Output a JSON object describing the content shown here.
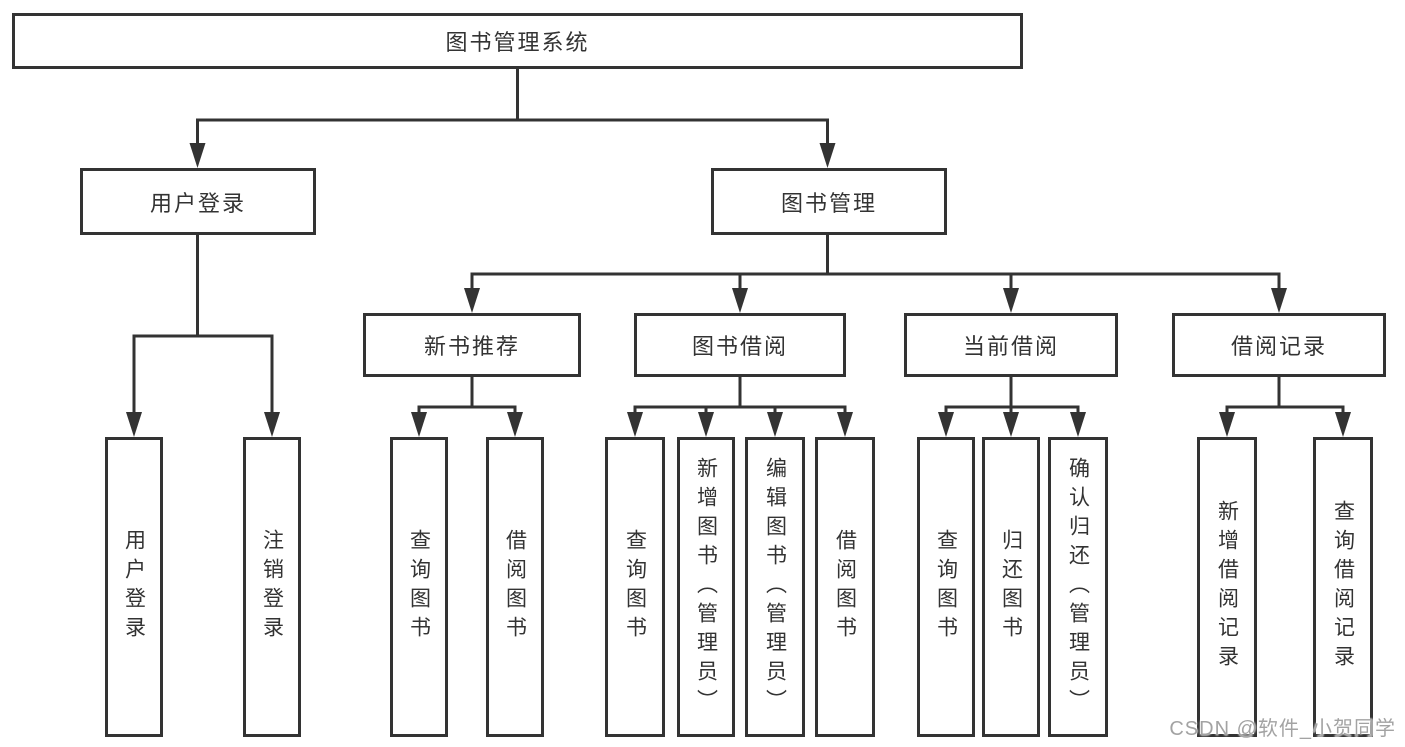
{
  "diagram": {
    "title": "图书管理系统",
    "root": {
      "label": "图书管理系统"
    },
    "branches": [
      {
        "label": "用户登录",
        "children": [
          {
            "label": "用户登录"
          },
          {
            "label": "注销登录"
          }
        ]
      },
      {
        "label": "图书管理",
        "children": [
          {
            "label": "新书推荐",
            "children": [
              {
                "label": "查询图书"
              },
              {
                "label": "借阅图书"
              }
            ]
          },
          {
            "label": "图书借阅",
            "children": [
              {
                "label": "查询图书"
              },
              {
                "label": "新增图书（管理员）"
              },
              {
                "label": "编辑图书（管理员）"
              },
              {
                "label": "借阅图书"
              }
            ]
          },
          {
            "label": "当前借阅",
            "children": [
              {
                "label": "查询图书"
              },
              {
                "label": "归还图书"
              },
              {
                "label": "确认归还（管理员）"
              }
            ]
          },
          {
            "label": "借阅记录",
            "children": [
              {
                "label": "新增借阅记录"
              },
              {
                "label": "查询借阅记录"
              }
            ]
          }
        ]
      }
    ]
  },
  "watermark": {
    "text": "CSDN @软件_小贺同学"
  },
  "colors": {
    "line": "#333333",
    "box_border": "#333333",
    "box_background": "#ffffff",
    "text": "#333333",
    "watermark": "#a3a3a3",
    "page_background": "#ffffff"
  }
}
